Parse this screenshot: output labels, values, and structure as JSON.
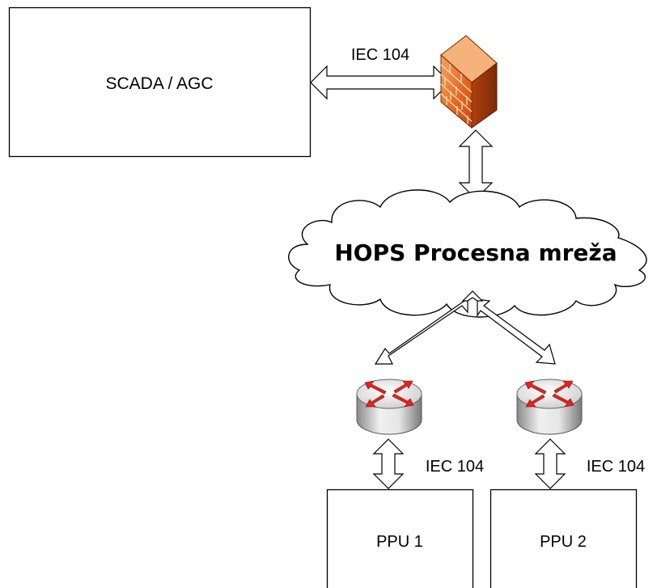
{
  "nodes": {
    "scada": {
      "label": "SCADA / AGC"
    },
    "network": {
      "label": "HOPS Procesna mreža"
    },
    "ppu1": {
      "label": "PPU 1"
    },
    "ppu2": {
      "label": "PPU 2"
    },
    "firewall": {
      "icon": "firewall-icon"
    },
    "router1": {
      "icon": "router-icon"
    },
    "router2": {
      "icon": "router-icon"
    }
  },
  "links": {
    "scada_firewall": {
      "label": "IEC 104"
    },
    "router1_ppu1": {
      "label": "IEC 104"
    },
    "router2_ppu2": {
      "label": "IEC 104"
    }
  },
  "colors": {
    "firewall": "#e8641c",
    "router_arrows": "#e8211c"
  }
}
